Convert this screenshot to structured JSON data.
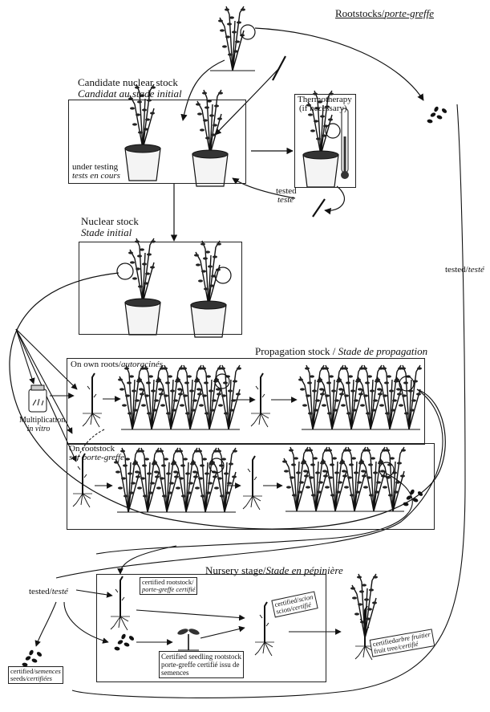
{
  "header": {
    "title_en": "Rootstocks/",
    "title_fr": "porte-greffe"
  },
  "candidate": {
    "title_en": "Candidate nuclear stock",
    "title_fr": "Candidat au stade initial",
    "testing_en": "under testing",
    "testing_fr": "tests en cours"
  },
  "thermo": {
    "title": "Thermotherapy",
    "note": "(if necessary)"
  },
  "tested_mid": {
    "en": "tested",
    "fr": "testé"
  },
  "nuclear": {
    "title_en": "Nuclear stock",
    "title_fr": "Stade initial"
  },
  "propagation": {
    "title": "Propagation stock / ",
    "title_fr": "Stade de propagation",
    "own_roots_en": "On own roots/",
    "own_roots_fr": "autoracinés",
    "rootstock_en": "On rootstock",
    "rootstock_fr": "sur porte-greffe"
  },
  "invitro": {
    "en": "Multiplication",
    "fr": "in vitro"
  },
  "right_tested": {
    "en": "tested/",
    "fr": "testé"
  },
  "left_tested": {
    "en": "tested/",
    "fr": "testé"
  },
  "nursery": {
    "title": "Nursery stage/",
    "title_fr": "Stade en pépinière",
    "cert_rootstock_en": "certified rootstock/",
    "cert_rootstock_fr": "porte-greffe certifié",
    "cert_scion_en": "certified/",
    "cert_scion_en2": "scion",
    "cert_scion_fr_a": "scion",
    "cert_scion_fr_b": "/certifié",
    "seedling_1": "Certified seedling rootstock",
    "seedling_2": "porte-greffe certifié issu de",
    "seedling_3": "semences",
    "cert_tree_en": "certified",
    "cert_tree_fr": "arbre fruitier",
    "cert_tree_en2": "fruit tree",
    "cert_tree_fr2": "/certifié"
  },
  "seeds": {
    "en1": "certified/",
    "fr1": "semences",
    "en2": "seeds",
    "fr2": "/certifiées"
  }
}
